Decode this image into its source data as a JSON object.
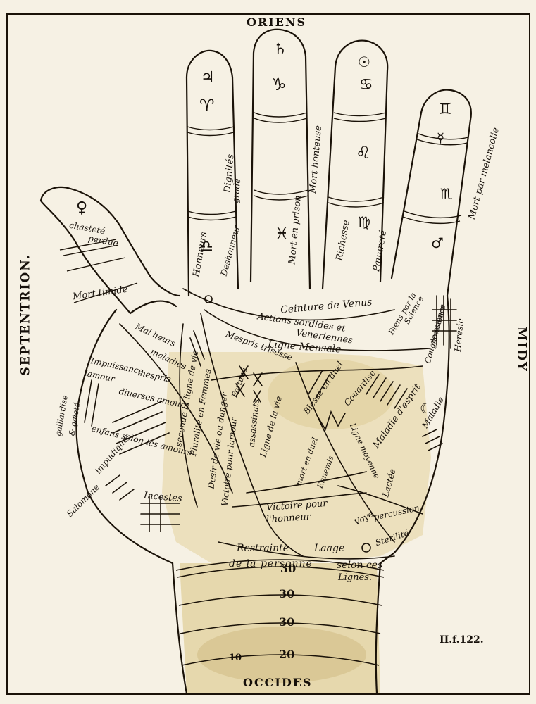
{
  "directions": {
    "top": "ORIENS",
    "bottom": "OCCIDES",
    "left": "SEPTENTRION.",
    "right": "MIDY"
  },
  "finger_labels": {
    "index_honneurs": "Honneurs",
    "index_deshonneur": "Deshonneur",
    "index_dignites": "Dignités",
    "index_grade": "grade",
    "middle_prison": "Mort en prison",
    "middle_honteuse": "Mort honteuse",
    "ring_richesse": "Richesse",
    "ring_pauurete": "Pauureté",
    "little_mort": "Mort par melancolie",
    "thumb_chastete": "chasteté",
    "thumb_perdue": "perdue",
    "thumb_mort": "Mort timide"
  },
  "palm_labels": {
    "ceinture": "Ceinture de Venus",
    "actions": "Actions sordides et",
    "veneriennes": "Veneriennes",
    "ligne_mensale": "Ligne Mensale",
    "mespris": "Mespris trisesse",
    "biens": "Biens par la",
    "science": "Science",
    "congnoissance": "Congnoissance",
    "science2": "de science",
    "heresie": "Heresie",
    "mal_heurs": "Mal heurs",
    "maladies": "maladies",
    "impuissance": "Impuissance",
    "mespris_amour": "mespris",
    "lamour": "lamour",
    "diuerses": "diuerses amours",
    "gaillardise": "gaillardise",
    "gaieté": "& gaieté",
    "enfans": "enfans selon les amours",
    "impudiques": "impudiques",
    "salomone": "Salomone",
    "incestes": "Incestes",
    "seconde": "seconde la ligne de vie",
    "pluralite": "Pluralité en Femmes",
    "desir": "Desir de vie ou danger",
    "victoire": "Victoire pour lamour",
    "assassinat": "assassinats",
    "lignes_vie": "Ligne de la vie",
    "fortune": "Fortune",
    "blesse": "Blessé en duel",
    "couardise": "Couardise",
    "maladie_esprit": "Maladie d'esprit",
    "maladie": "Maladie",
    "ligne_moyenne": "Ligne moyenne",
    "victoire_honneur1": "Victoire pour",
    "victoire_honneur2": "l'honneur",
    "mort_duel": "mort en duel",
    "ennemis": "Ennemis",
    "voye": "Voye",
    "lactee": "Lactée",
    "percussion": "percussion",
    "sterilite": "Sterilité",
    "restrainte": "Restrainte",
    "de_la_personne": "de la personne",
    "laage": "Laage",
    "selon_ces": "selon ces",
    "lignes": "Lignes."
  },
  "wrist_numbers": [
    "30",
    "30",
    "30",
    "20"
  ],
  "wrist_small": "10",
  "signature": "H.f.122.",
  "colors": {
    "paper": "#f6f1e4",
    "ink": "#16100a",
    "wash": "#e9dcb4",
    "wash_dark": "#d7c38e"
  }
}
